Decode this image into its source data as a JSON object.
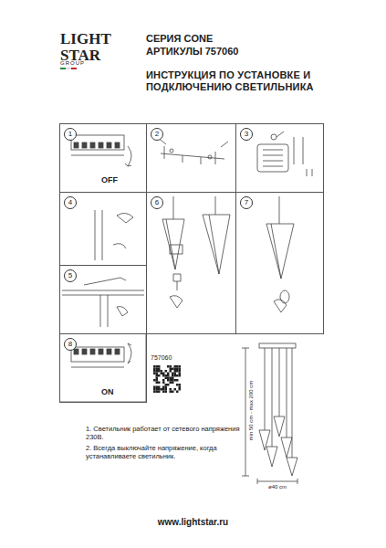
{
  "diagram": {
    "title": "ИНСТРУКЦИЯ ПО УСТАНОВКЕ И ПОДКЛЮЧЕНИЮ СВЕТИЛЬНИКА",
    "nodes": [
      {
        "text": [
          "1",
          "OFF"
        ]
      },
      {
        "text": [
          "2"
        ]
      },
      {
        "text": [
          "3"
        ]
      },
      {
        "text": [
          "4"
        ]
      },
      {
        "text": [
          "5"
        ]
      },
      {
        "text": [
          "6"
        ]
      },
      {
        "text": [
          "7"
        ]
      },
      {
        "text": [
          "8",
          "ON"
        ]
      }
    ],
    "labels": [
      "LIGHT",
      "STAR",
      "GROUP",
      "СЕРИЯ CONE",
      "АРТИКУЛЫ 757060",
      "757060",
      "1. Светильник работает от сетевого напряжения 230В.",
      "2. Всегда выключайте напряжение, когда устанавливаете светильник.",
      "min 50 cm - max 200 cm",
      "ø40 cm",
      "www.lightstar.ru"
    ]
  }
}
